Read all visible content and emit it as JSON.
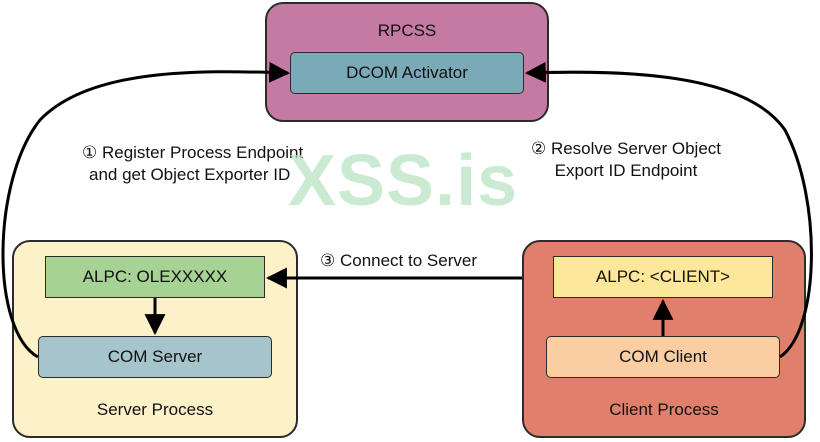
{
  "watermark": "XSS.is",
  "rpcss": {
    "title": "RPCSS",
    "activator": "DCOM Activator",
    "fill": "#c57aa3",
    "inner_fill": "#7aaab8"
  },
  "server": {
    "title": "Server Process",
    "alpc": "ALPC: OLEXXXXX",
    "com": "COM Server",
    "fill": "#fdf1c8",
    "alpc_fill": "#a6d394",
    "com_fill": "#a6c4cc"
  },
  "client": {
    "title": "Client Process",
    "alpc": "ALPC: <CLIENT>",
    "com": "COM Client",
    "fill": "#e0806c",
    "alpc_fill": "#fde79a",
    "com_fill": "#fbcda2"
  },
  "steps": {
    "step1_line1": "① Register Process Endpoint",
    "step1_line2": "and get Object Exporter ID",
    "step2_line1": "② Resolve Server Object",
    "step2_line2": "Export ID Endpoint",
    "step3": "③ Connect to Server"
  }
}
